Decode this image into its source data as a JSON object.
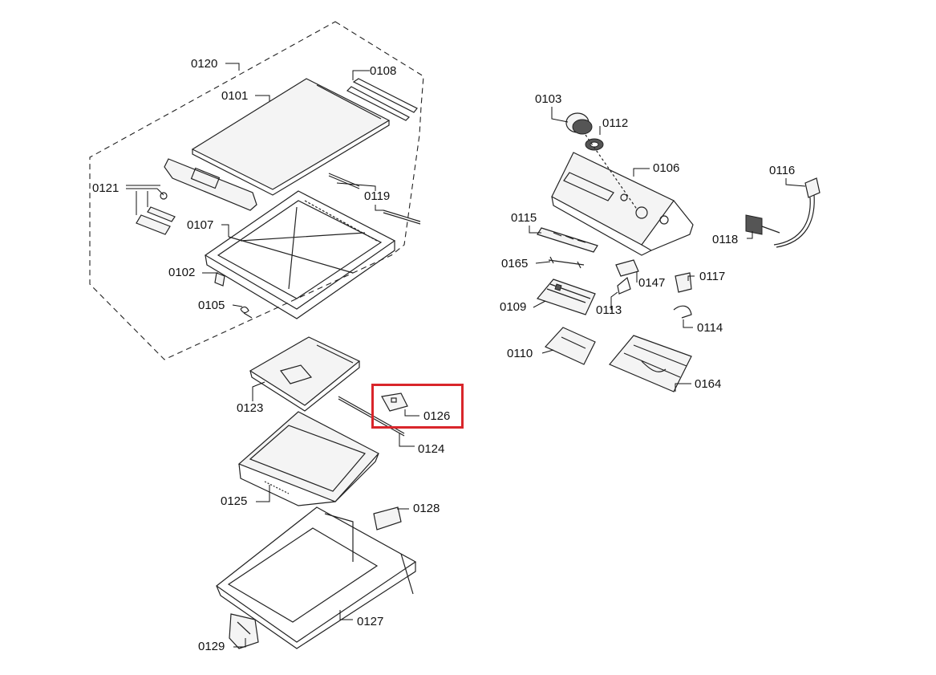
{
  "diagram": {
    "highlight_color": "#d9262b",
    "highlighted_part": "0126",
    "labels": {
      "p0120": "0120",
      "p0108": "0108",
      "p0101": "0101",
      "p0121": "0121",
      "p0119": "0119",
      "p0107": "0107",
      "p0102": "0102",
      "p0105": "0105",
      "p0123": "0123",
      "p0126": "0126",
      "p0124": "0124",
      "p0125": "0125",
      "p0128": "0128",
      "p0127": "0127",
      "p0129": "0129",
      "p0103": "0103",
      "p0112": "0112",
      "p0106": "0106",
      "p0116": "0116",
      "p0115": "0115",
      "p0118": "0118",
      "p0165": "0165",
      "p0147": "0147",
      "p0117": "0117",
      "p0109": "0109",
      "p0113": "0113",
      "p0114": "0114",
      "p0110": "0110",
      "p0164": "0164"
    }
  }
}
